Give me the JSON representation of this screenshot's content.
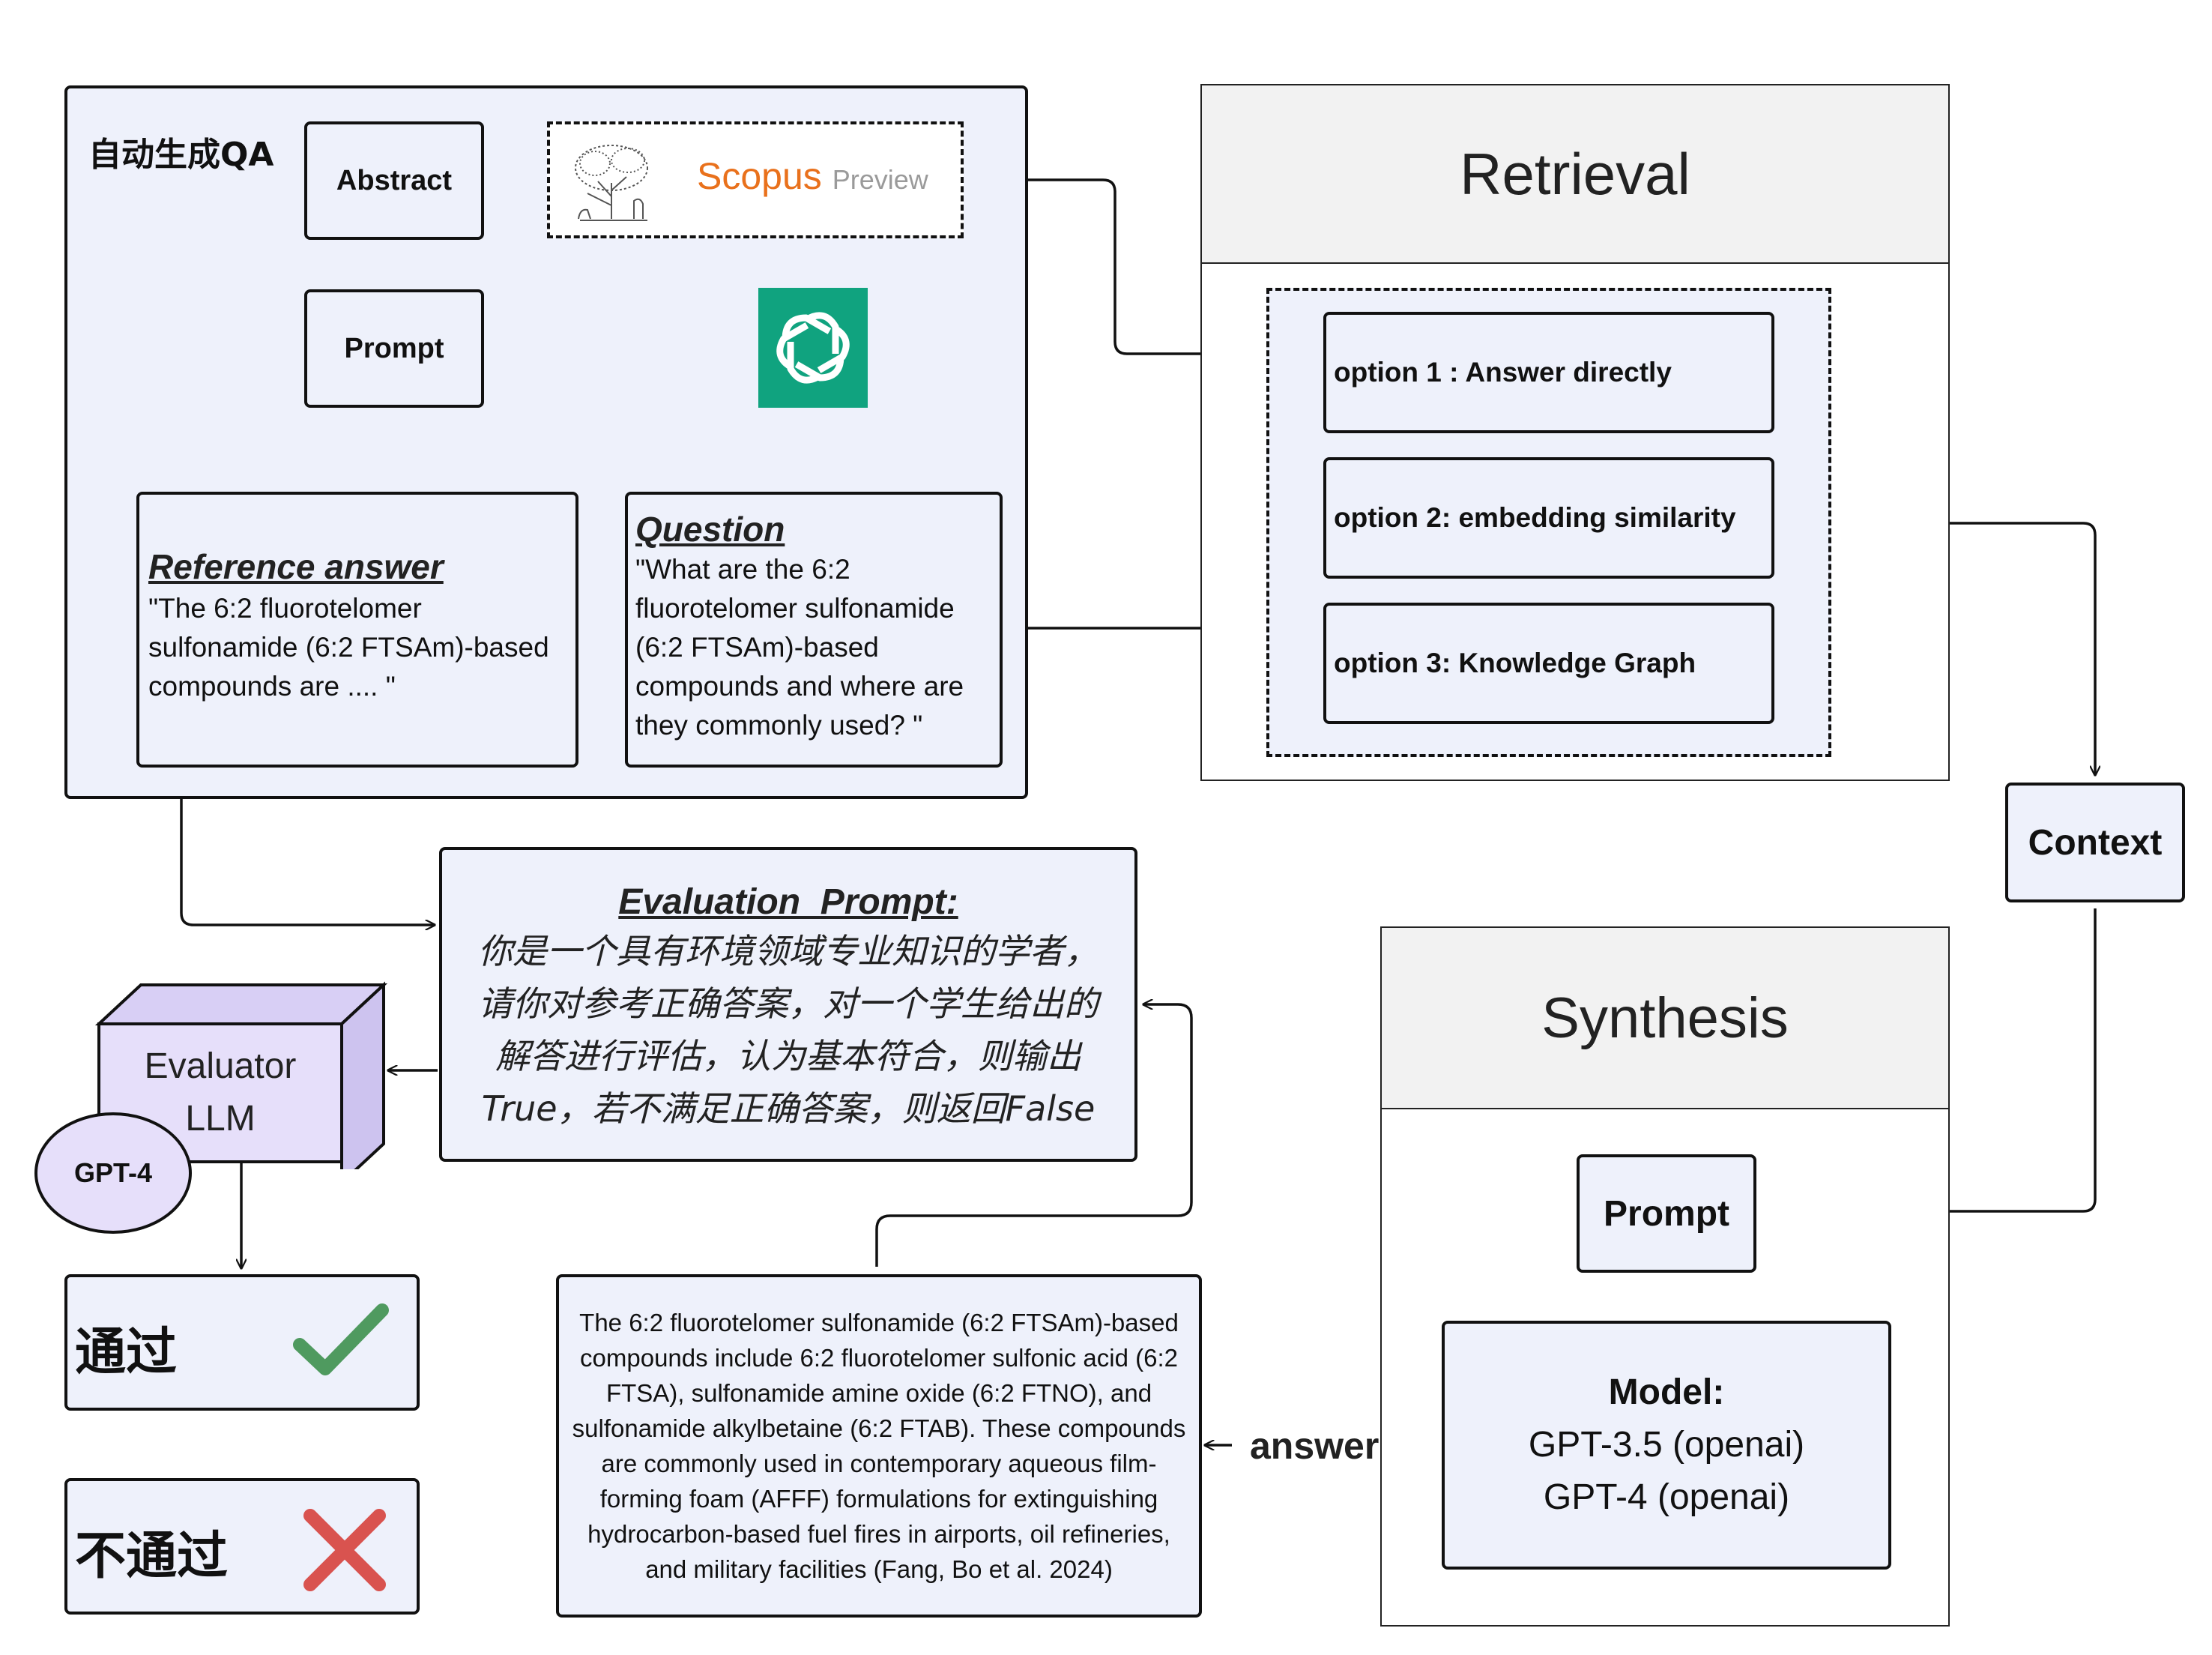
{
  "qa_panel": {
    "title": "自动生成QA",
    "abstract_label": "Abstract",
    "prompt_label": "Prompt",
    "scopus": {
      "brand": "Scopus",
      "suffix": "Preview"
    },
    "reference": {
      "heading": "Reference answer",
      "text": "\"The 6:2 fluorotelomer sulfonamide (6:2 FTSAm)-based compounds are  .... \""
    },
    "question": {
      "heading": "Question",
      "text": "\"What are the 6:2 fluorotelomer sulfonamide (6:2 FTSAm)-based compounds and where are they commonly used? \""
    }
  },
  "retrieval": {
    "title": "Retrieval",
    "options": [
      "option 1 : Answer directly",
      "option 2: embedding similarity",
      "option 3: Knowledge Graph"
    ]
  },
  "context_label": "Context",
  "synthesis": {
    "title": "Synthesis",
    "prompt_label": "Prompt",
    "model_heading": "Model:",
    "models": [
      "GPT-3.5 (openai)",
      "GPT-4 (openai)"
    ]
  },
  "answer_label": "answer",
  "answer_text": "The 6:2 fluorotelomer sulfonamide (6:2 FTSAm)-based compounds include 6:2 fluorotelomer sulfonic acid (6:2 FTSA), sulfonamide amine oxide (6:2 FTNO), and sulfonamide alkylbetaine (6:2 FTAB). These compounds are commonly used in contemporary aqueous film-forming foam (AFFF) formulations for extinguishing hydrocarbon-based fuel fires in airports, oil refineries, and military facilities (Fang, Bo et al. 2024)",
  "evaluation": {
    "heading": "Evaluation_Prompt:",
    "lines": [
      "你是一个具有环境领域专业知识的学者，",
      "请你对参考正确答案，对一个学生给出的",
      "解答进行评估，认为基本符合，则输出",
      "True，若不满足正确答案，则返回False"
    ]
  },
  "evaluator": {
    "line1": "Evaluator",
    "line2": "LLM",
    "badge": "GPT-4"
  },
  "pass_label": "通过",
  "fail_label": "不通过",
  "colors": {
    "box_fill": "#eef1fb",
    "header_fill": "#f2f2f2",
    "openai_green": "#10a37f",
    "scopus_orange": "#e9711c",
    "evaluator_fill": "#e6dffa",
    "check_green": "#4f9a5f",
    "cross_red": "#d9534f"
  },
  "icons": [
    "elsevier-tree-icon",
    "openai-logo-icon",
    "check-icon",
    "cross-icon"
  ]
}
